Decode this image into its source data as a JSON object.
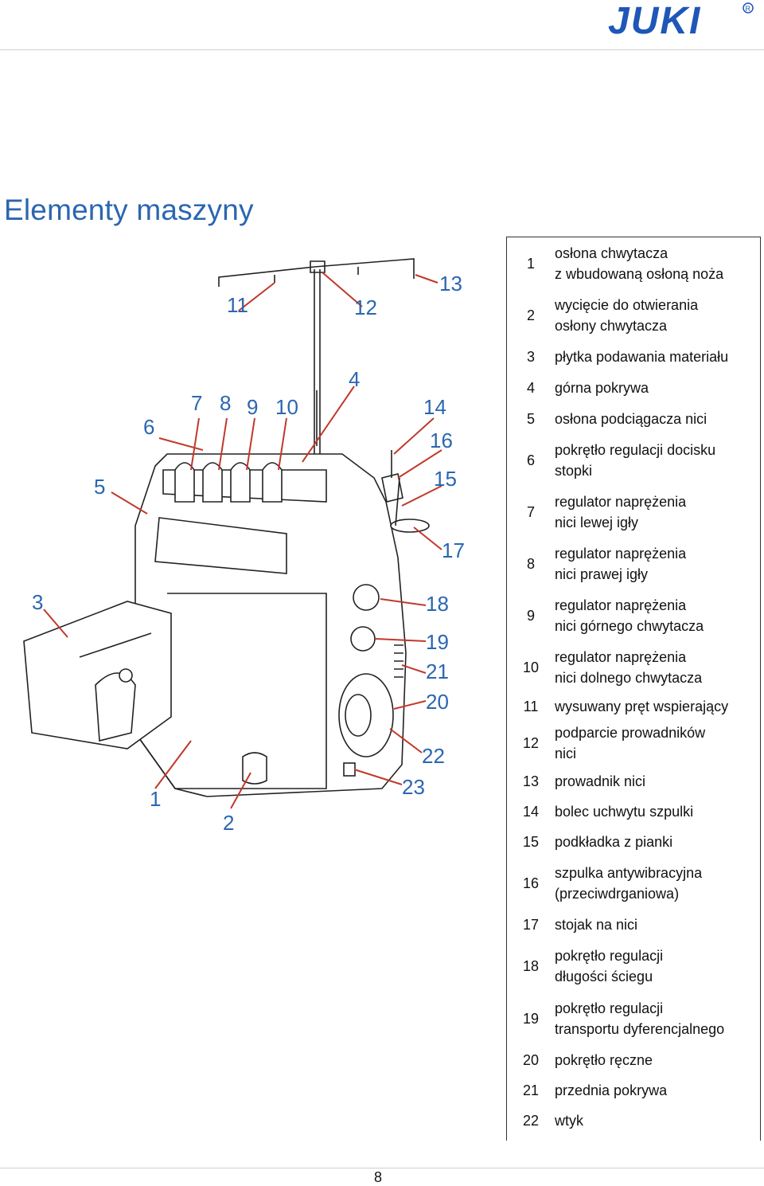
{
  "header": {
    "brand": "JUKI"
  },
  "page": {
    "title": "Elementy maszyny",
    "page_number": "8"
  },
  "figure": {
    "callouts": [
      "1",
      "2",
      "3",
      "4",
      "5",
      "6",
      "7",
      "8",
      "9",
      "10",
      "11",
      "12",
      "13",
      "14",
      "15",
      "16",
      "17",
      "18",
      "19",
      "20",
      "21",
      "22",
      "23"
    ]
  },
  "legend": [
    {
      "num": "1",
      "text": "osłona chwytacza\nz wbudowaną osłoną noża"
    },
    {
      "num": "2",
      "text": "wycięcie do otwierania\nosłony chwytacza"
    },
    {
      "num": "3",
      "text": "płytka podawania materiału"
    },
    {
      "num": "4",
      "text": "górna pokrywa"
    },
    {
      "num": "5",
      "text": "osłona podciągacza nici"
    },
    {
      "num": "6",
      "text": "pokrętło regulacji docisku\nstopki"
    },
    {
      "num": "7",
      "text": "regulator naprężenia\nnici lewej igły"
    },
    {
      "num": "8",
      "text": "regulator naprężenia\nnici prawej igły"
    },
    {
      "num": "9",
      "text": "regulator naprężenia\nnici górnego chwytacza"
    },
    {
      "num": "10",
      "text": "regulator naprężenia\nnici dolnego chwytacza"
    },
    {
      "num": "11",
      "text": "wysuwany pręt wspierający"
    },
    {
      "num": "12",
      "text": "podparcie prowadników\nnici"
    },
    {
      "num": "13",
      "text": "prowadnik nici"
    },
    {
      "num": "14",
      "text": "bolec uchwytu szpulki"
    },
    {
      "num": "15",
      "text": "podkładka z pianki"
    },
    {
      "num": "16",
      "text": "szpulka antywibracyjna\n(przeciwdrganiowa)"
    },
    {
      "num": "17",
      "text": "stojak na nici"
    },
    {
      "num": "18",
      "text": "pokrętło regulacji\ndługości ściegu"
    },
    {
      "num": "19",
      "text": "pokrętło regulacji\ntransportu dyferencjalnego"
    },
    {
      "num": "20",
      "text": "pokrętło ręczne"
    },
    {
      "num": "21",
      "text": "przednia pokrywa"
    },
    {
      "num": "22",
      "text": "wtyk"
    }
  ]
}
